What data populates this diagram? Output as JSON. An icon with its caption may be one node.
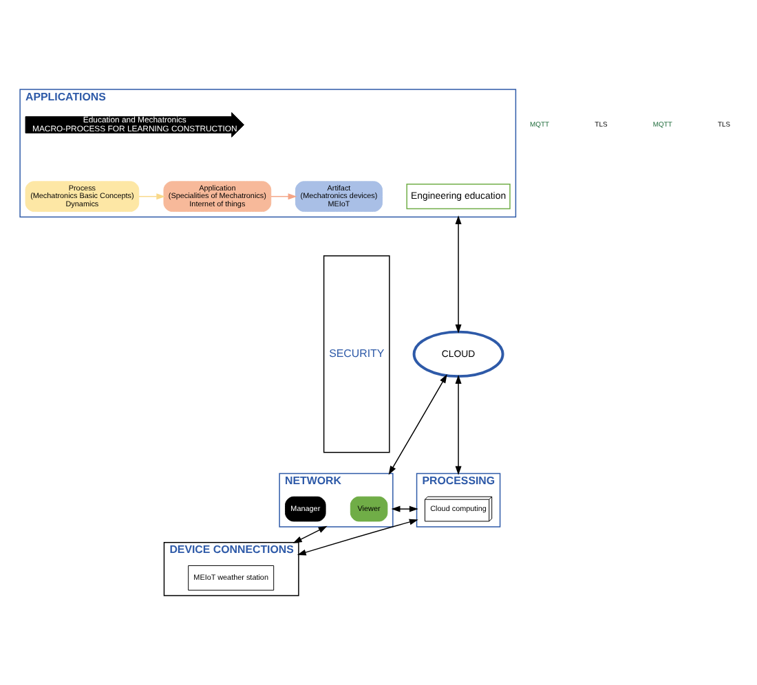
{
  "diagram": {
    "nodes": [
      {
        "text": [
          "SECURITY"
        ]
      },
      {
        "text": [
          "APPLICATIONS"
        ]
      },
      {
        "text": [
          "Engineering education"
        ],
        "in": 1
      },
      {
        "text": [
          "Education and Mechatronics",
          "MACRO-PROCESS FOR LEARNING CONSTRUCTION"
        ],
        "in": 1
      },
      {
        "text": [
          "Process",
          "(Mechatronics Basic Concepts)",
          "Dynamics"
        ],
        "in": 1
      },
      {
        "text": [
          "Application",
          "(Specialities of Mechatronics)",
          "Internet of things"
        ],
        "in": 1
      },
      {
        "text": [
          "Artifact",
          "(Mechatronics devices)",
          "MEIoT"
        ],
        "in": 1
      },
      {
        "text": [
          "CLOUD"
        ]
      },
      {
        "text": [
          "NETWORK"
        ]
      },
      {
        "text": [
          "Viewer"
        ],
        "in": 8
      },
      {
        "text": [
          "Manager"
        ],
        "in": 8
      },
      {
        "text": [
          "PROCESSING"
        ]
      },
      {
        "text": [
          "Cloud computing"
        ],
        "in": 11
      },
      {
        "text": [
          "DEVICE CONNECTIONS"
        ]
      },
      {
        "text": [
          "MEIoT weather station"
        ],
        "in": 13
      }
    ],
    "edges": [
      {
        "from": 4,
        "to": 5,
        "arrow": "to",
        "color": "#f9d98a"
      },
      {
        "from": 5,
        "to": 6,
        "arrow": "to",
        "color": "#f4a587"
      },
      {
        "from": 1,
        "to": 7,
        "arrow": "both"
      },
      {
        "from": 7,
        "to": 8,
        "arrow": "both"
      },
      {
        "from": 7,
        "to": 11,
        "arrow": "both"
      },
      {
        "from": 8,
        "to": 11,
        "arrow": "both"
      },
      {
        "from": 13,
        "to": 8,
        "arrow": "both"
      },
      {
        "from": 13,
        "to": 11,
        "arrow": "both"
      }
    ],
    "labels": [
      "MQTT",
      "TLS",
      "MQTT",
      "TLS"
    ]
  }
}
